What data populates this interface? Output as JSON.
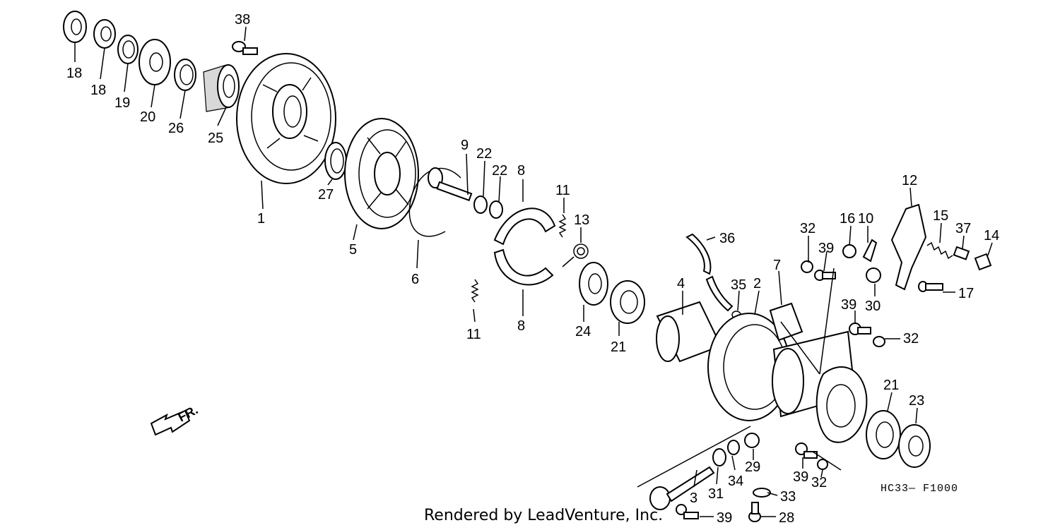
{
  "footer": "Rendered by LeadVenture, Inc.",
  "diagram_code": "HC33— F1000",
  "direction_label": "FR.",
  "labels": [
    "18",
    "18",
    "19",
    "20",
    "26",
    "25",
    "38",
    "1",
    "27",
    "5",
    "6",
    "9",
    "22",
    "22",
    "8",
    "8",
    "11",
    "11",
    "13",
    "24",
    "21",
    "4",
    "36",
    "35",
    "2",
    "7",
    "32",
    "39",
    "16",
    "10",
    "12",
    "15",
    "37",
    "14",
    "30",
    "17",
    "39",
    "32",
    "21",
    "23",
    "29",
    "34",
    "31",
    "3",
    "39",
    "33",
    "28",
    "32",
    "39"
  ]
}
